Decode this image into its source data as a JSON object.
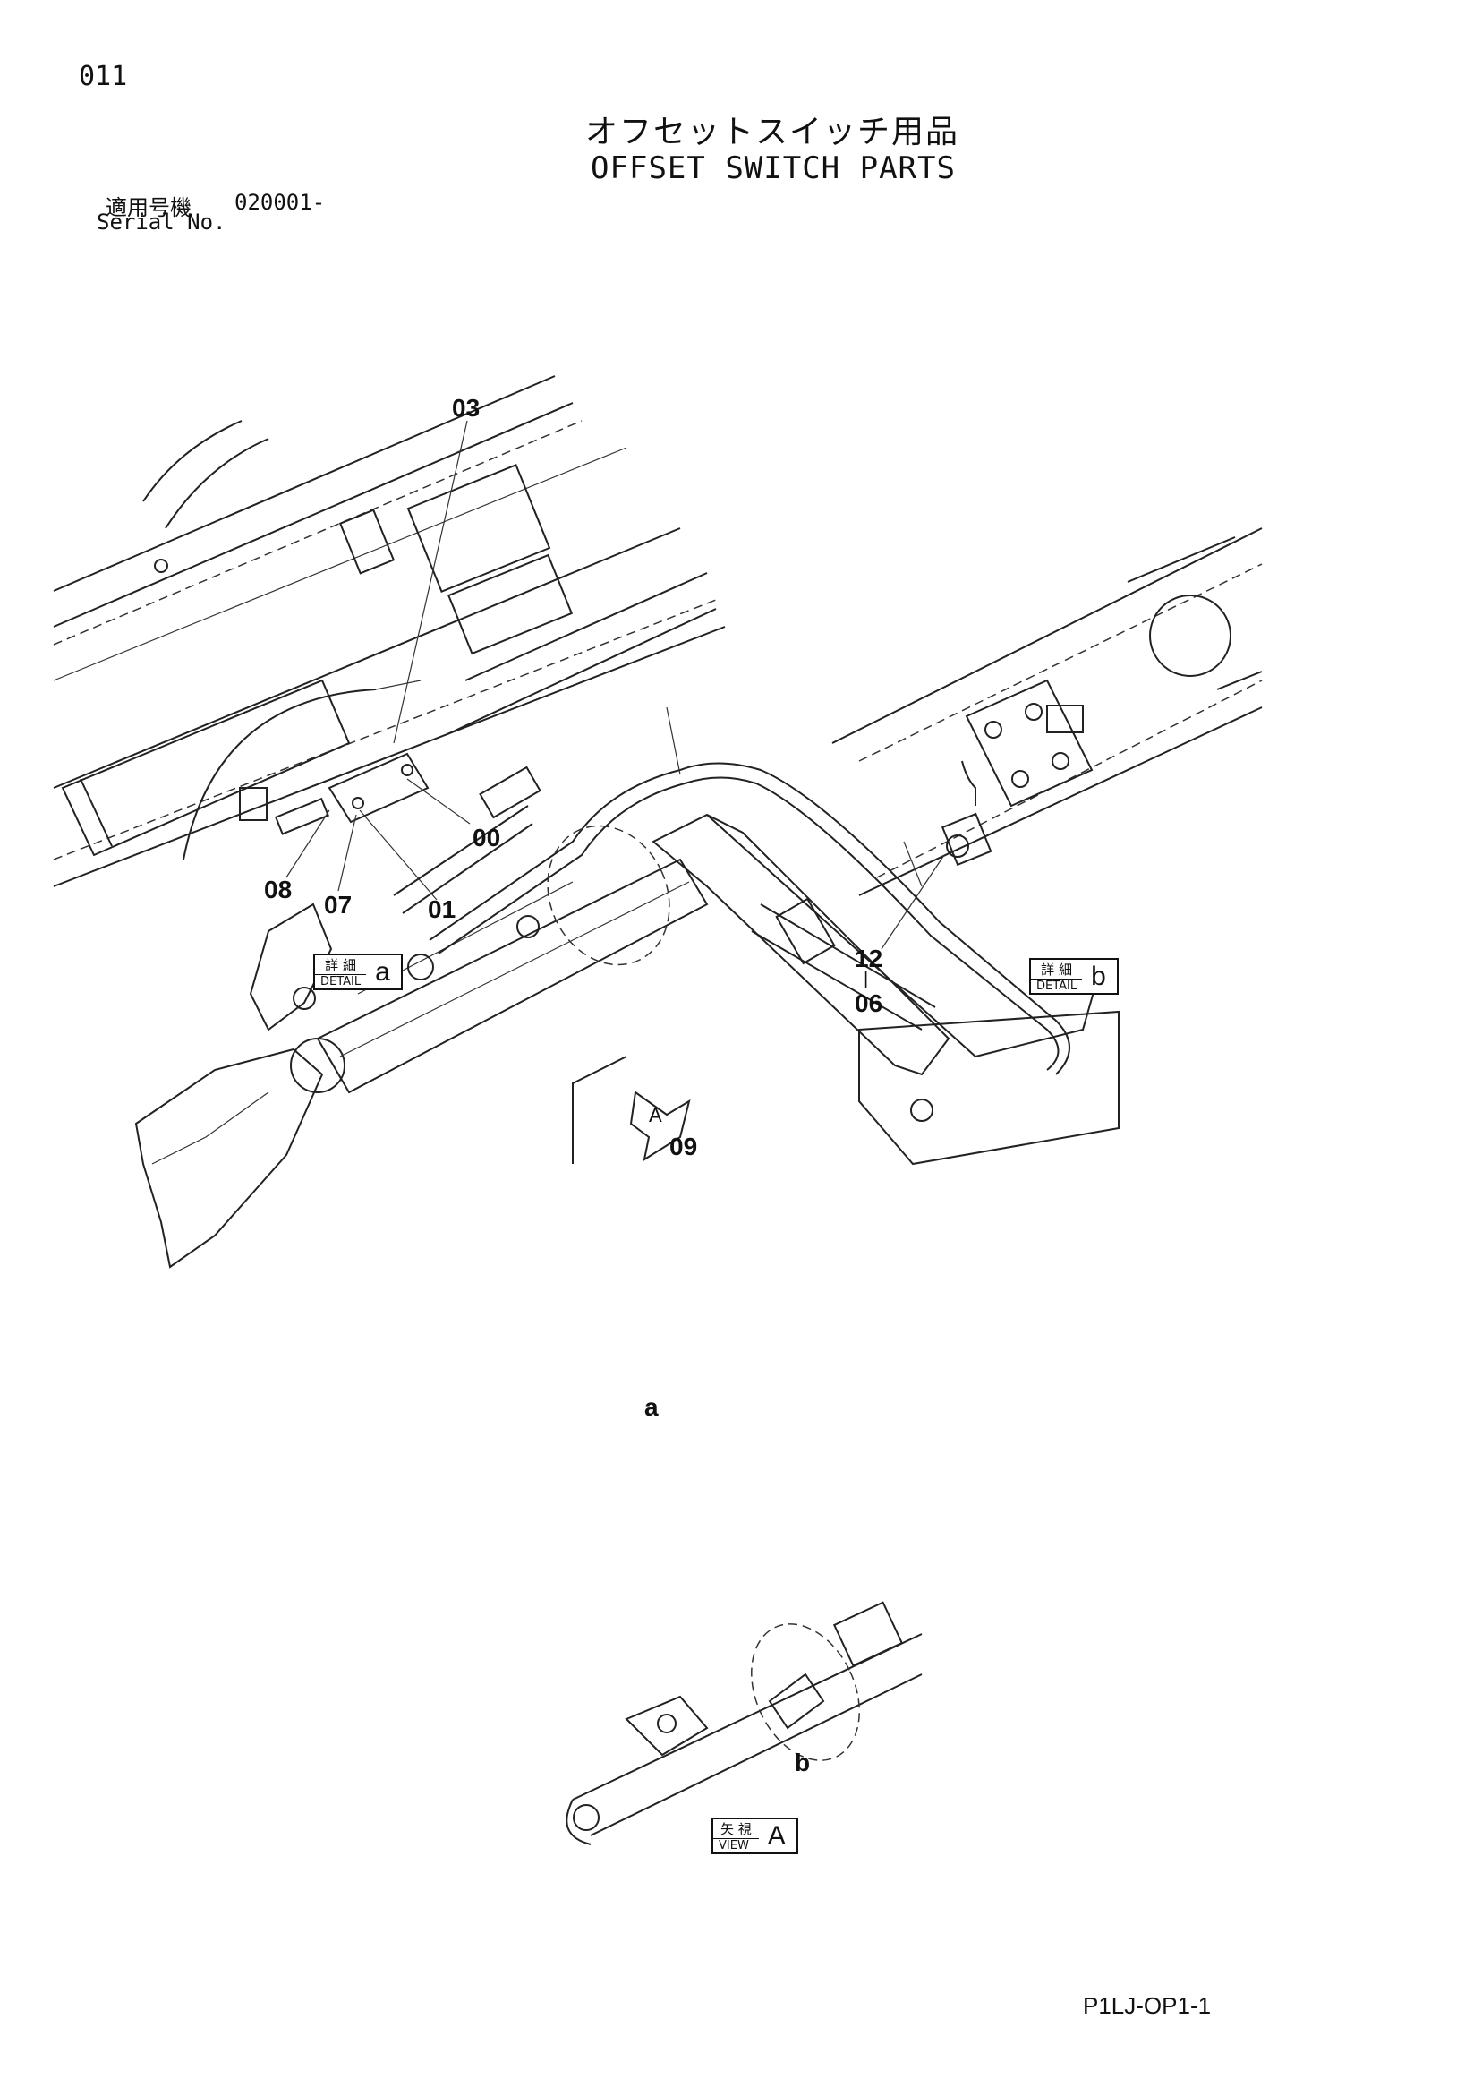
{
  "header": {
    "page_number": "011",
    "title_jp": "オフセットスイッチ用品",
    "title_en": "OFFSET SWITCH PARTS",
    "serial_label_jp": "適用号機",
    "serial_value": "020001-",
    "serial_label_en": "Serial No."
  },
  "detail_a": {
    "callouts": [
      "03",
      "00",
      "08",
      "07",
      "01"
    ],
    "label_jp": "詳 細",
    "label_en": "DETAIL",
    "letter": "a"
  },
  "detail_b": {
    "callout_top": "12",
    "callout_mid": "|",
    "callout_bottom": "06",
    "label_jp": "詳 細",
    "label_en": "DETAIL",
    "letter": "b"
  },
  "overview": {
    "callout": "09",
    "marker_a": "a",
    "view_arrow": "A",
    "marker_b": "b"
  },
  "view_a": {
    "label_jp": "矢 視",
    "label_en": "VIEW",
    "letter": "A"
  },
  "footer": {
    "doc_code": "P1LJ-OP1-1"
  }
}
